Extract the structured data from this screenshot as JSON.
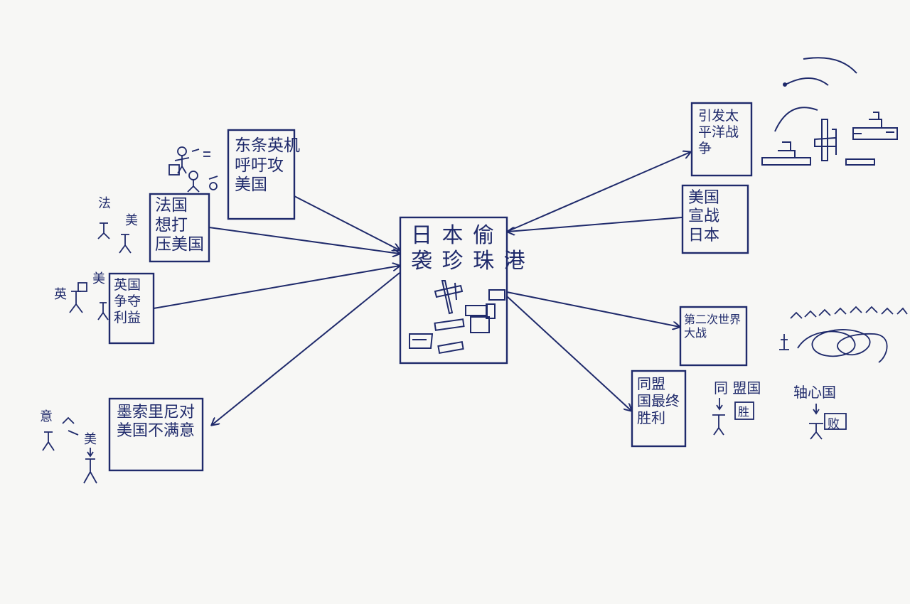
{
  "colors": {
    "ink": "#1f2a6b",
    "paper": "#f7f7f5"
  },
  "center": {
    "lines": [
      "日 本 偷",
      "袭 珍 珠 港"
    ]
  },
  "causes": [
    {
      "id": "tojo",
      "lines": [
        "东条英机",
        "呼吁攻",
        "美国"
      ]
    },
    {
      "id": "france",
      "lines": [
        "法国",
        "想打",
        "压美国"
      ]
    },
    {
      "id": "britain",
      "lines": [
        "英国",
        "争夺",
        "利益"
      ]
    },
    {
      "id": "mussolini",
      "lines": [
        "墨索里尼对",
        "美国不满意"
      ]
    }
  ],
  "effects": [
    {
      "id": "pacific-war",
      "lines": [
        "引发太",
        "平洋战",
        "争"
      ]
    },
    {
      "id": "us-declares",
      "lines": [
        "美国",
        "宣战",
        "日本"
      ]
    },
    {
      "id": "war-expands",
      "lines": [
        "第二次世界",
        "大战"
      ]
    },
    {
      "id": "allies-win",
      "lines": [
        "同盟",
        "国最终",
        "胜利"
      ]
    }
  ],
  "annotations": {
    "fa": "法",
    "ying": "英",
    "mei1": "美",
    "mei2": "美",
    "yi": "意",
    "mei3": "美",
    "allies_label": "同 盟国",
    "allies_win": "胜",
    "axis_label": "轴心国",
    "axis_lose": "败"
  }
}
